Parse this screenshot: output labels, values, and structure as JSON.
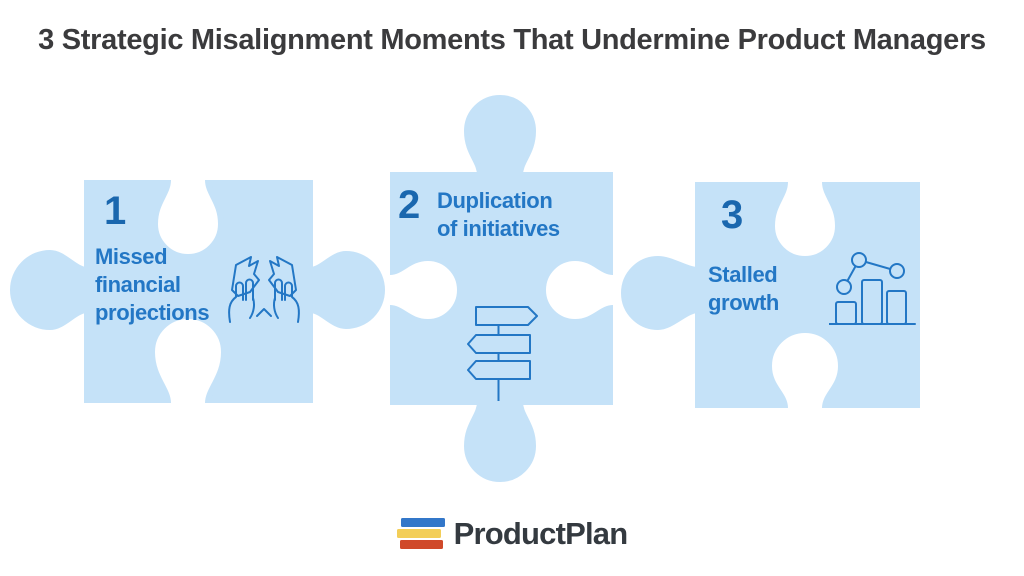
{
  "title": "3 Strategic Misalignment Moments That Undermine Product Managers",
  "pieces": [
    {
      "number": "1",
      "label": "Missed\nfinancial\nprojections",
      "icon": "torn-forecast-in-hands"
    },
    {
      "number": "2",
      "label": "Duplication\nof initiatives",
      "icon": "signpost-multiple-directions"
    },
    {
      "number": "3",
      "label": "Stalled\ngrowth",
      "icon": "flat-trend-bar-chart"
    }
  ],
  "logo": {
    "brand": "ProductPlan"
  },
  "colors": {
    "background": "#ffffff",
    "title_text": "#3b3b3d",
    "puzzle_fill": "#c5e2f8",
    "number_text": "#1a67ae",
    "label_text": "#2377c5",
    "icon_stroke": "#2377c5",
    "logo_text": "#343a40",
    "logo_bar_blue": "#3377c9",
    "logo_bar_yellow": "#f3ce58",
    "logo_bar_red": "#d0492a"
  }
}
